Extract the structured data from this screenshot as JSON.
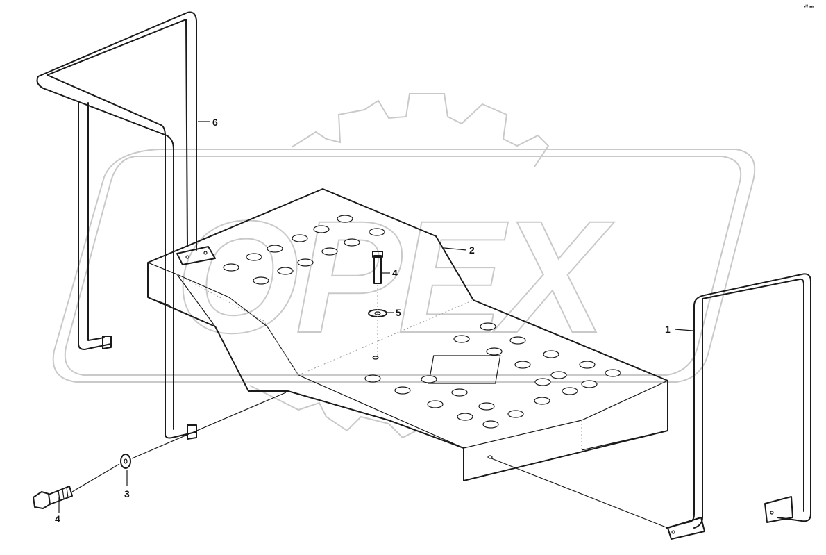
{
  "diagram": {
    "watermark_text": "OPEX",
    "corner_mark": "•ᴹ ▪▪▪",
    "callouts": [
      {
        "id": "c1",
        "label": "1"
      },
      {
        "id": "c2",
        "label": "2"
      },
      {
        "id": "c3",
        "label": "3"
      },
      {
        "id": "c4a",
        "label": "4"
      },
      {
        "id": "c4b",
        "label": "4"
      },
      {
        "id": "c5",
        "label": "5"
      },
      {
        "id": "c6",
        "label": "6"
      }
    ]
  }
}
